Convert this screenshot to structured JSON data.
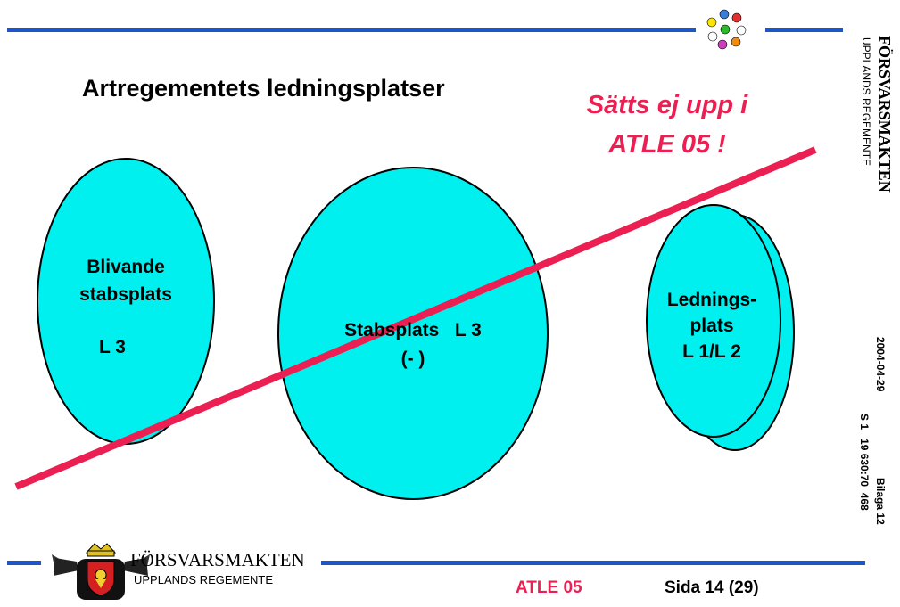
{
  "slide": {
    "title": "Artregementets ledningsplatser",
    "stamp_line1": "Sätts ej upp i",
    "stamp_line2": "ATLE 05 !"
  },
  "nodes": {
    "blivande": {
      "line1": "Blivande",
      "line2": "stabsplats",
      "line3": "L 3"
    },
    "stabsplats": {
      "line1": "Stabsplats   L 3",
      "line2": "(- )"
    },
    "lednings": {
      "line1": "Lednings-",
      "line2": "plats",
      "line3": "L 1/L 2"
    }
  },
  "side": {
    "org": "FÖRSVARSMAKTEN",
    "unit": "UPPLANDS REGEMENTE",
    "date": "2004-04-29",
    "ref": "S 1   19 630:70  468",
    "appendix": "Bilaga  12"
  },
  "footer": {
    "org": "FÖRSVARSMAKTEN",
    "unit": "UPPLANDS REGEMENTE",
    "exercise": "ATLE 05",
    "page_label": "Sida",
    "page_num": "14",
    "page_total": "(29)"
  },
  "colors": {
    "ellipse_fill": "#00f0f0",
    "strike_line": "#ec1f52",
    "rule": "#1f56c6"
  }
}
